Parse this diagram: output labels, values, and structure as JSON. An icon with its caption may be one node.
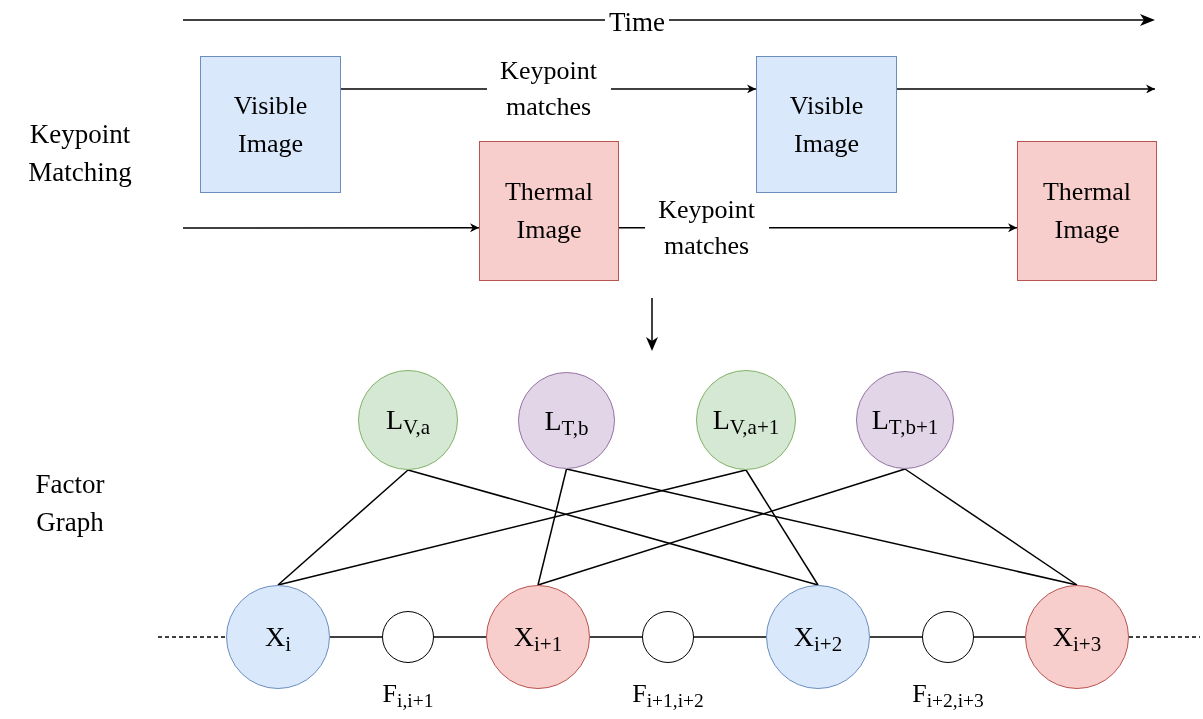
{
  "diagram": {
    "nodes": [
      {
        "text": [
          "Visible Image"
        ]
      },
      {
        "text": [
          "Thermal Image"
        ]
      },
      {
        "text": [
          "Visible Image"
        ]
      },
      {
        "text": [
          "Thermal Image"
        ]
      },
      {
        "text": [
          "L$_{V,a}$"
        ]
      },
      {
        "text": [
          "L$_{T,b}$"
        ]
      },
      {
        "text": [
          "L$_{V,a+1}$"
        ]
      },
      {
        "text": [
          "L$_{T,b+1}$"
        ]
      },
      {
        "text": [
          "X$_{i}$"
        ]
      },
      {
        "text": [],
        "shape": "circle",
        "beside": [
          "F$_{i,i+1}$"
        ]
      },
      {
        "text": [
          "X$_{i+1}$"
        ]
      },
      {
        "text": [],
        "shape": "circle",
        "beside": [
          "F$_{i+1,i+2}$"
        ]
      },
      {
        "text": [
          "X$_{i+2}$"
        ]
      },
      {
        "text": [],
        "shape": "circle",
        "beside": [
          "F$_{i+2,i+3}$"
        ]
      },
      {
        "text": [
          "X$_{i+3}$"
        ]
      }
    ],
    "edges": [
      {
        "from": 0,
        "to": 2,
        "arrow": "to",
        "label": "Keypoint matches"
      },
      {
        "from": 2,
        "to": null,
        "arrow": "to"
      },
      {
        "from": null,
        "to": 1,
        "arrow": "to"
      },
      {
        "from": 1,
        "to": 3,
        "arrow": "to",
        "label": "Keypoint matches"
      },
      {
        "from": 4,
        "to": 8,
        "arrow": "none"
      },
      {
        "from": 4,
        "to": 12,
        "arrow": "none"
      },
      {
        "from": 5,
        "to": 10,
        "arrow": "none"
      },
      {
        "from": 5,
        "to": 14,
        "arrow": "none"
      },
      {
        "from": 6,
        "to": 8,
        "arrow": "none"
      },
      {
        "from": 6,
        "to": 12,
        "arrow": "none"
      },
      {
        "from": 7,
        "to": 10,
        "arrow": "none"
      },
      {
        "from": 7,
        "to": 14,
        "arrow": "none"
      },
      {
        "from": 8,
        "to": 9,
        "arrow": "none"
      },
      {
        "from": 9,
        "to": 10,
        "arrow": "none"
      },
      {
        "from": 10,
        "to": 11,
        "arrow": "none"
      },
      {
        "from": 11,
        "to": 12,
        "arrow": "none"
      },
      {
        "from": 12,
        "to": 13,
        "arrow": "none"
      },
      {
        "from": 13,
        "to": 14,
        "arrow": "none"
      },
      {
        "from": null,
        "to": 8,
        "arrow": "none",
        "style": "dashed"
      },
      {
        "from": 14,
        "to": null,
        "arrow": "none",
        "style": "dashed"
      }
    ],
    "labels": [
      "Time",
      "Keypoint Matching",
      "Factor Graph"
    ]
  }
}
